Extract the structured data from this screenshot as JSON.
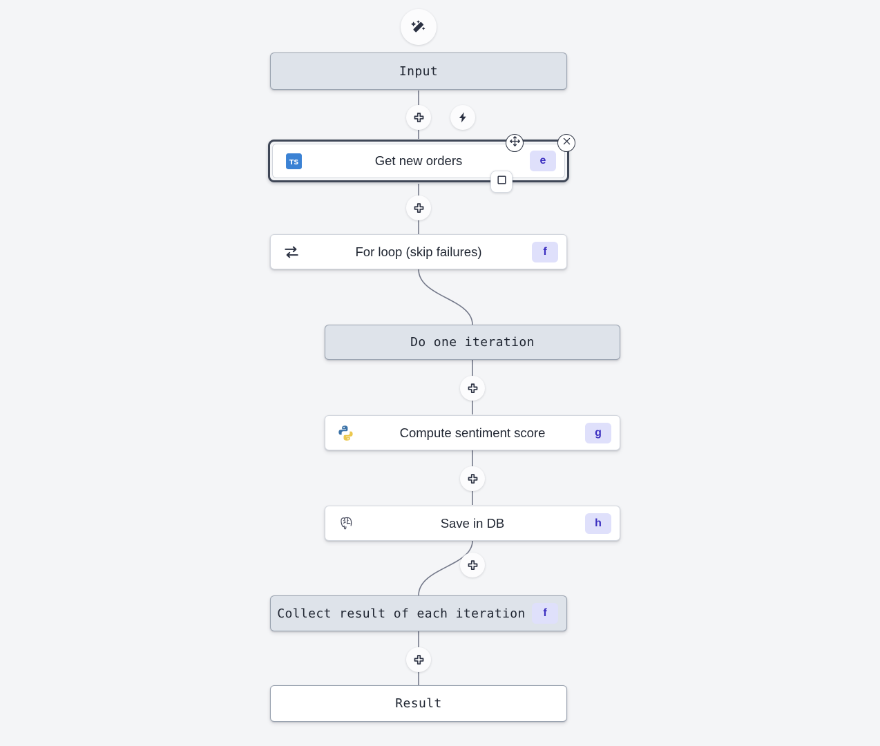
{
  "canvas": {
    "background_color": "#f4f5f7",
    "accent_badge_bg": "#dfe0fb",
    "accent_badge_fg": "#3b2ec0",
    "virtual_node_bg": "#dee3ea",
    "selection_color": "#3f4757"
  },
  "ai_button": {
    "icon": "magic-wand-icon",
    "tooltip": ""
  },
  "nodes": [
    {
      "id": "input",
      "label": "Input",
      "kind": "virtual",
      "font": "mono",
      "icon": null,
      "badge": null
    },
    {
      "id": "get_new_orders",
      "label": "Get new orders",
      "kind": "module",
      "font": "sans",
      "icon": "typescript-icon",
      "badge": "e",
      "selected": true
    },
    {
      "id": "for_loop",
      "label": "For loop (skip failures)",
      "kind": "module",
      "font": "sans",
      "icon": "loop-icon",
      "badge": "f"
    },
    {
      "id": "do_one_iteration",
      "label": "Do one iteration",
      "kind": "virtual",
      "font": "mono",
      "icon": null,
      "badge": null
    },
    {
      "id": "compute_sentiment",
      "label": "Compute sentiment score",
      "kind": "module",
      "font": "sans",
      "icon": "python-icon",
      "badge": "g"
    },
    {
      "id": "save_in_db",
      "label": "Save in DB",
      "kind": "module",
      "font": "sans",
      "icon": "postgresql-icon",
      "badge": "h"
    },
    {
      "id": "collect_result",
      "label": "Collect result of each iteration",
      "kind": "virtual",
      "font": "mono",
      "icon": null,
      "badge": "f"
    },
    {
      "id": "result",
      "label": "Result",
      "kind": "result",
      "font": "mono",
      "icon": null,
      "badge": null
    }
  ],
  "insert_buttons": [
    {
      "id": "insert-after-input",
      "icon": "plus-icon"
    },
    {
      "id": "insert-trigger",
      "icon": "lightning-icon"
    },
    {
      "id": "insert-after-get-orders",
      "icon": "plus-icon"
    },
    {
      "id": "insert-after-iteration",
      "icon": "plus-icon"
    },
    {
      "id": "insert-after-sentiment",
      "icon": "plus-icon"
    },
    {
      "id": "insert-after-savedb",
      "icon": "plus-icon"
    },
    {
      "id": "insert-after-collect",
      "icon": "plus-icon"
    }
  ],
  "selection_controls": [
    {
      "id": "move-handle",
      "icon": "move-icon"
    },
    {
      "id": "close-button",
      "icon": "close-icon"
    },
    {
      "id": "expand-button",
      "icon": "square-icon"
    }
  ]
}
